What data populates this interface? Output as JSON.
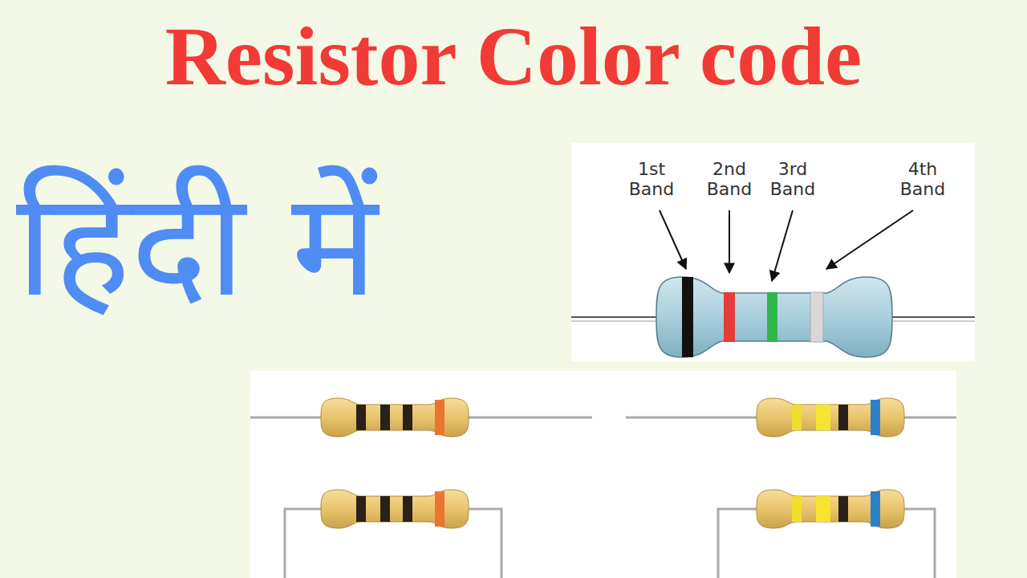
{
  "diagram": {
    "title": "Resistor Color code",
    "labels": [
      "हिंदी में",
      "1st Band",
      "2nd Band",
      "3rd Band",
      "4th Band"
    ]
  }
}
